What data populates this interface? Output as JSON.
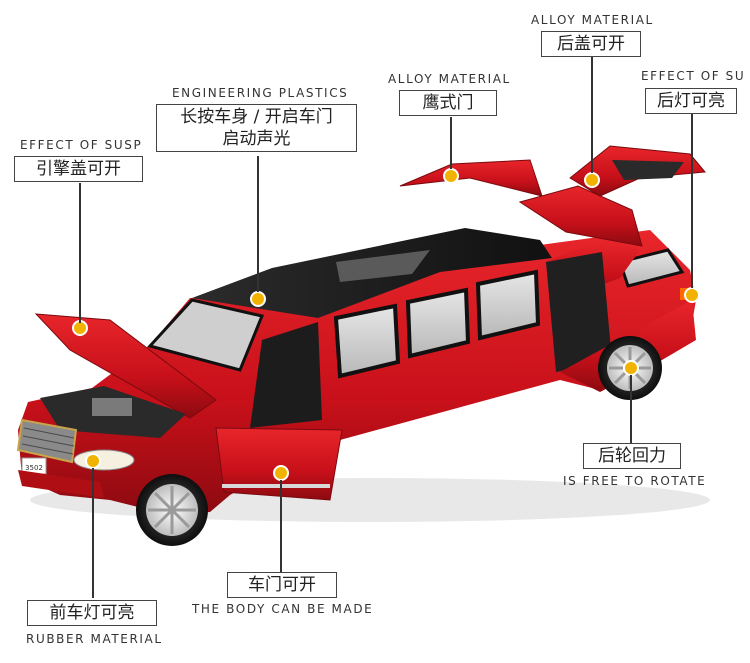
{
  "callouts": {
    "hood": {
      "en": "EFFECT OF SUSP",
      "cn": "引擎盖可开"
    },
    "roof": {
      "en": "ENGINEERING PLASTICS",
      "cn_line1": "长按车身 / 开启车门",
      "cn_line2": "启动声光"
    },
    "gullwing": {
      "en": "ALLOY MATERIAL",
      "cn": "鹰式门"
    },
    "trunk": {
      "en": "ALLOY MATERIAL",
      "cn": "后盖可开"
    },
    "taillight": {
      "en": "EFFECT OF SU",
      "cn": "后灯可亮"
    },
    "rear_wheel": {
      "cn": "后轮回力",
      "en": "IS FREE TO ROTATE"
    },
    "door": {
      "cn": "车门可开",
      "en": "THE BODY CAN BE MADE"
    },
    "headlight": {
      "cn": "前车灯可亮",
      "en": "RUBBER MATERIAL"
    }
  },
  "plate": {
    "text": "3502"
  },
  "colors": {
    "body": "#d0141a",
    "roof": "#1a1a1a",
    "marker": "#f2b300",
    "chrome": "#c9c9c9"
  }
}
